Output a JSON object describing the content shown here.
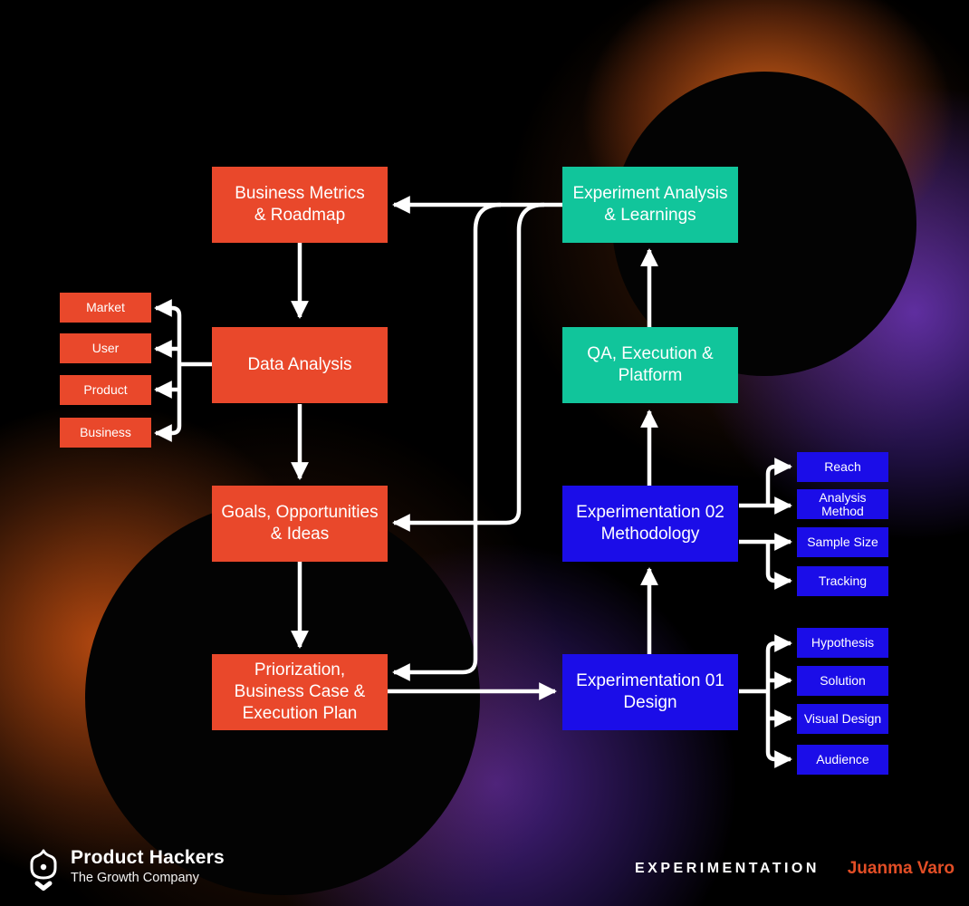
{
  "colors": {
    "orange": "#E9482B",
    "teal": "#11C59B",
    "blue": "#1B0DE8",
    "accent": "#E24E26",
    "line": "#FFFFFF",
    "background": "#000000"
  },
  "diagram": {
    "main_nodes": [
      {
        "id": "business-metrics",
        "label": "Business Metrics\n& Roadmap",
        "color": "orange"
      },
      {
        "id": "data-analysis",
        "label": "Data Analysis",
        "color": "orange"
      },
      {
        "id": "goals",
        "label": "Goals, Opportunities\n& Ideas",
        "color": "orange"
      },
      {
        "id": "priorization",
        "label": "Priorization,\nBusiness Case &\nExecution Plan",
        "color": "orange"
      },
      {
        "id": "experiment-analysis",
        "label": "Experiment Analysis\n& Learnings",
        "color": "teal"
      },
      {
        "id": "qa-execution",
        "label": "QA, Execution &\nPlatform",
        "color": "teal"
      },
      {
        "id": "experimentation-02",
        "label": "Experimentation 02\nMethodology",
        "color": "blue"
      },
      {
        "id": "experimentation-01",
        "label": "Experimentation 01\nDesign",
        "color": "blue"
      }
    ],
    "data_analysis_sources": [
      {
        "label": "Market"
      },
      {
        "label": "User"
      },
      {
        "label": "Product"
      },
      {
        "label": "Business"
      }
    ],
    "methodology_outputs": [
      {
        "label": "Reach"
      },
      {
        "label": "Analysis\nMethod"
      },
      {
        "label": "Sample Size"
      },
      {
        "label": "Tracking"
      }
    ],
    "design_outputs": [
      {
        "label": "Hypothesis"
      },
      {
        "label": "Solution"
      },
      {
        "label": "Visual Design"
      },
      {
        "label": "Audience"
      }
    ]
  },
  "footer": {
    "brand_name": "Product Hackers",
    "brand_tagline": "The Growth Company",
    "title": "EXPERIMENTATION",
    "author": "Juanma Varo"
  }
}
